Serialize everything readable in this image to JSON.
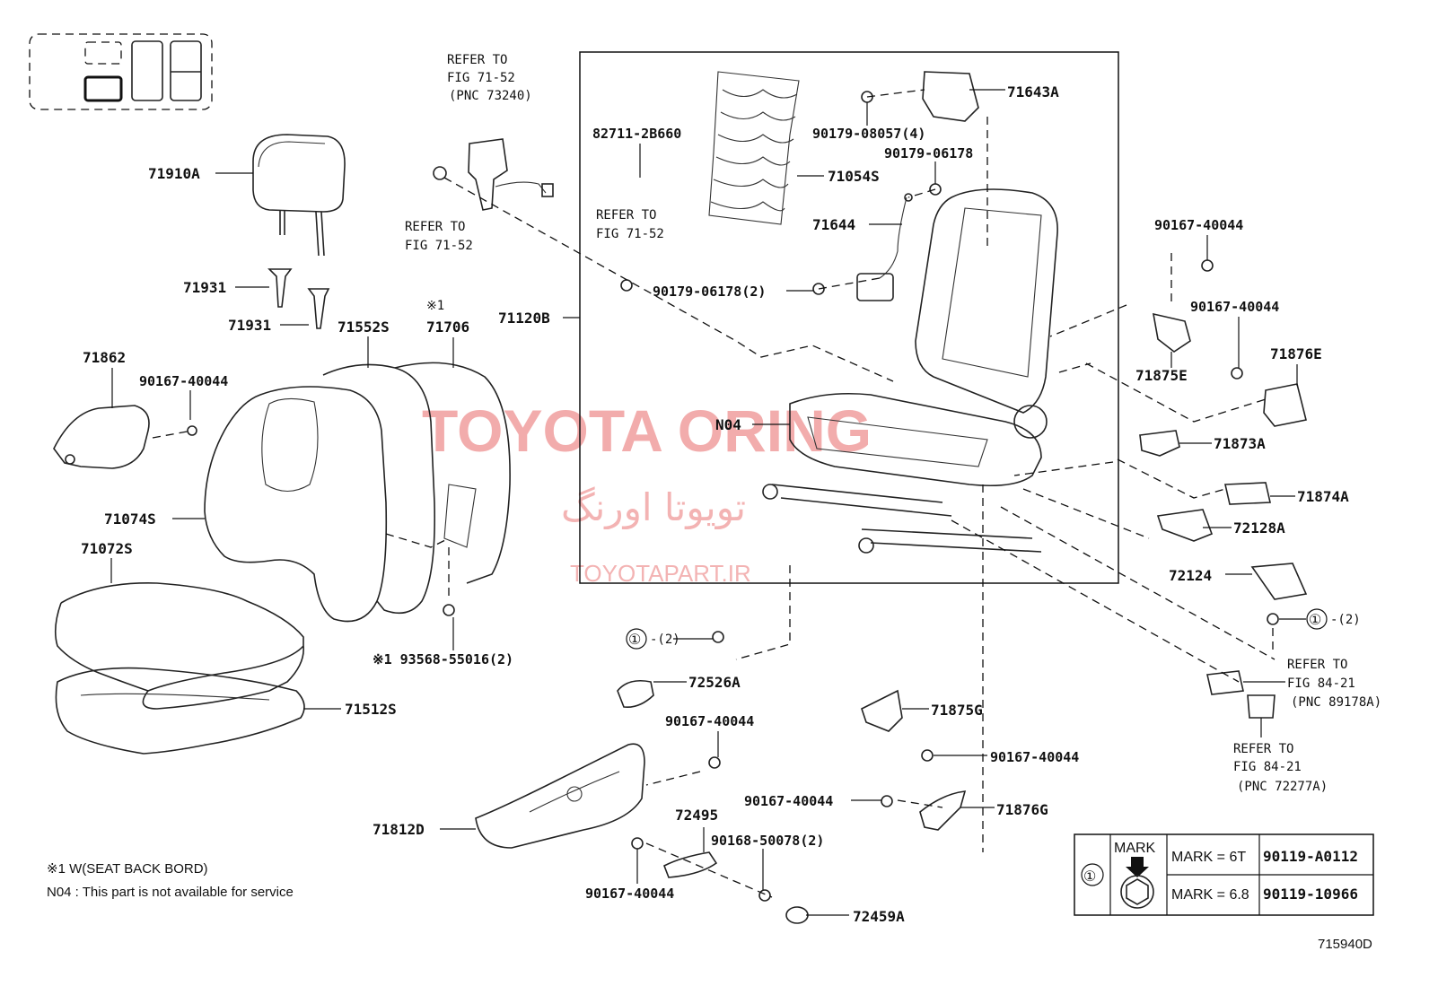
{
  "watermark": {
    "main": "TOYOTA ORING",
    "persian": "تویوتا اورنگ",
    "site": "TOYOTAPART.IR"
  },
  "labels": {
    "p71910A": "71910A",
    "p71931a": "71931",
    "p71931b": "71931",
    "p71862": "71862",
    "p90167_a": "90167-40044",
    "p71552S": "71552S",
    "mark1": "※1",
    "p71706": "71706",
    "p71120B": "71120B",
    "p71074S": "71074S",
    "p71072S": "71072S",
    "p71512S": "71512S",
    "p93568": "※1 93568-55016(2)",
    "p82711": "82711-2B660",
    "p71054S": "71054S",
    "p71644": "71644",
    "p90179_06178_2": "90179-06178(2)",
    "p71643A": "71643A",
    "p90179_08057": "90179-08057(4)",
    "p90179_06178": "90179-06178",
    "pN04": "N04",
    "p90167_b": "90167-40044",
    "p90167_c": "90167-40044",
    "p71875E": "71875E",
    "p71876E": "71876E",
    "p71873A": "71873A",
    "p71874A": "71874A",
    "p72128A": "72128A",
    "p72124": "72124",
    "circ1": "①",
    "circ1_qty": "-(2)",
    "circ1b": "①",
    "circ1b_qty": "-(2)",
    "p72526A": "72526A",
    "p90167_d": "90167-40044",
    "p71812D": "71812D",
    "p72495": "72495",
    "p90168": "90168-50078(2)",
    "p90167_e": "90167-40044",
    "p72459A": "72459A",
    "p71875G": "71875G",
    "p90167_f": "90167-40044",
    "p90167_g": "90167-40044",
    "p71876G": "71876G"
  },
  "refs": {
    "r1": [
      "REFER TO",
      "FIG 71-52",
      "(PNC 73240)"
    ],
    "r2": [
      "REFER TO",
      "FIG  71-52"
    ],
    "r3": [
      "REFER TO",
      "FIG 71-52"
    ],
    "r4": [
      "REFER TO",
      "FIG  84-21",
      "(PNC 89178A)"
    ],
    "r5": [
      "REFER TO",
      "FIG  84-21",
      "(PNC 72277A)"
    ]
  },
  "notes": {
    "line1": "※1 W(SEAT  BACK  BORD)",
    "line2": "N04 : This part is not available for service"
  },
  "mark_table": {
    "circle": "①",
    "mark_header": "MARK",
    "rows": [
      {
        "mark": "MARK = 6T",
        "part": "90119-A0112"
      },
      {
        "mark": "MARK = 6.8",
        "part": "90119-10966"
      }
    ]
  },
  "figure_id": "715940D"
}
